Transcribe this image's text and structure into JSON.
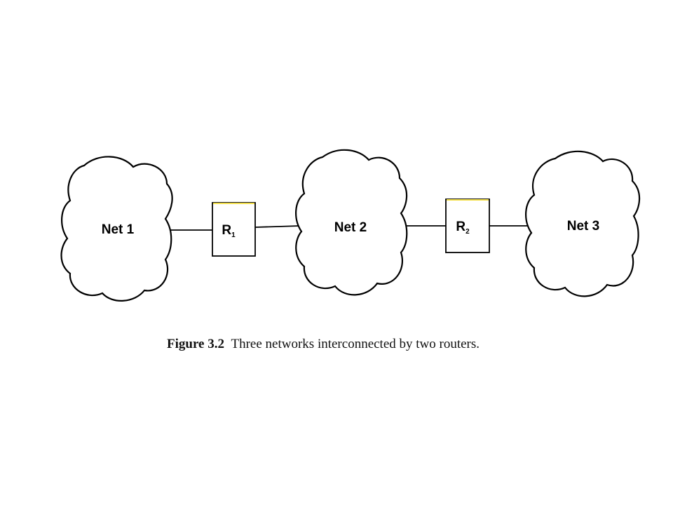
{
  "networks": [
    {
      "label": "Net 1"
    },
    {
      "label": "Net 2"
    },
    {
      "label": "Net 3"
    }
  ],
  "routers": [
    {
      "letter": "R",
      "subscript": "1"
    },
    {
      "letter": "R",
      "subscript": "2"
    }
  ],
  "caption": {
    "figure": "Figure 3.2",
    "text": "Three networks interconnected by two routers."
  },
  "colors": {
    "line": "#000000",
    "background": "#ffffff",
    "scan_tint_yellow": "#f4e04d",
    "scan_tint_cyan": "#7fe3e8"
  }
}
